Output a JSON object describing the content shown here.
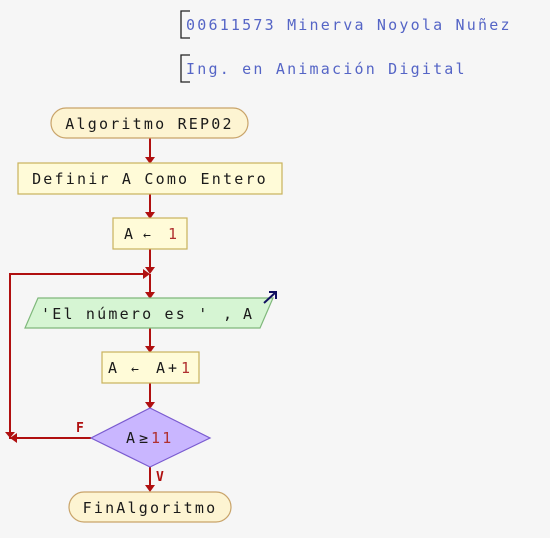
{
  "comments": {
    "line1": "00611573 Minerva Noyola Nuñez",
    "line2": "Ing. en Animación Digital"
  },
  "flow": {
    "start_label": "Algoritmo REP02",
    "define_label": "Definir A Como Entero",
    "assign1": {
      "var": "A",
      "arrow": "←",
      "value": "1"
    },
    "output": {
      "string": "'El número es '",
      "sep": ",",
      "var": "A"
    },
    "assign2": {
      "var": "A",
      "arrow": "←",
      "expr_var": "A",
      "plus": "+",
      "value": "1"
    },
    "condition": {
      "var": "A",
      "op": "≥",
      "value": "11"
    },
    "false_label": "F",
    "true_label": "V",
    "end_label": "FinAlgoritmo"
  },
  "colors": {
    "start_end_fill": "#fdf4d2",
    "process_fill": "#fffbd8",
    "process_border": "#c9b25c",
    "io_fill": "#d6f5d3",
    "io_border": "#7fb87b",
    "decision_fill": "#c9b6ff",
    "decision_border": "#7a5bd0",
    "line": "#b01010",
    "comment_text": "#5565c6"
  }
}
